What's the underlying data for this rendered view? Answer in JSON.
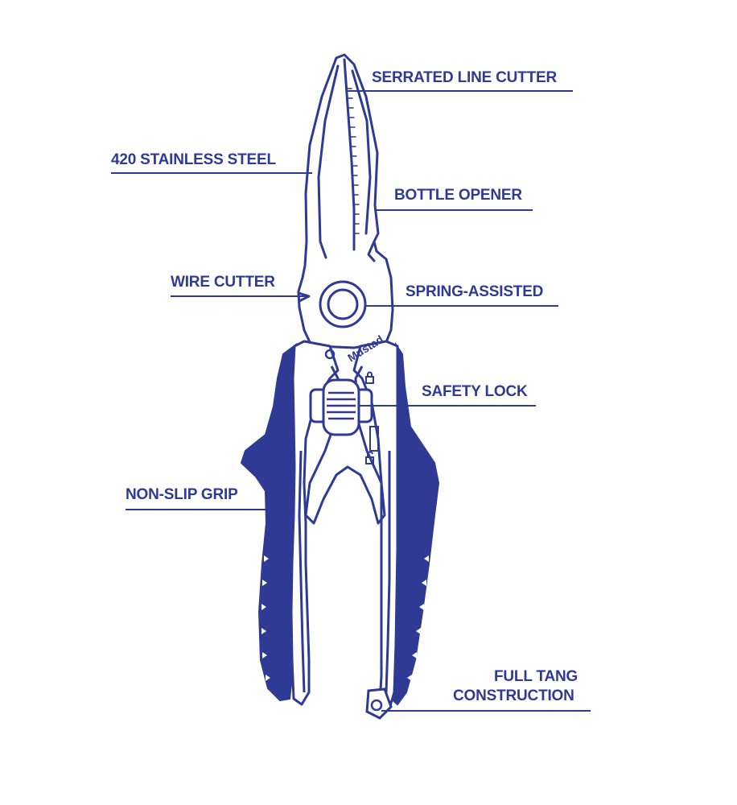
{
  "colors": {
    "ink": "#2e3a94",
    "grip": "#2e3a94",
    "background": "#ffffff"
  },
  "brand": {
    "logo_text": "Mustad"
  },
  "callouts": {
    "serrated_line_cutter": "SERRATED LINE CUTTER",
    "stainless_steel": "420 STAINLESS STEEL",
    "bottle_opener": "BOTTLE OPENER",
    "wire_cutter": "WIRE CUTTER",
    "spring_assisted": "SPRING-ASSISTED",
    "safety_lock": "SAFETY LOCK",
    "non_slip_grip": "NON-SLIP GRIP",
    "full_tang_line1": "FULL TANG",
    "full_tang_line2": "CONSTRUCTION"
  }
}
